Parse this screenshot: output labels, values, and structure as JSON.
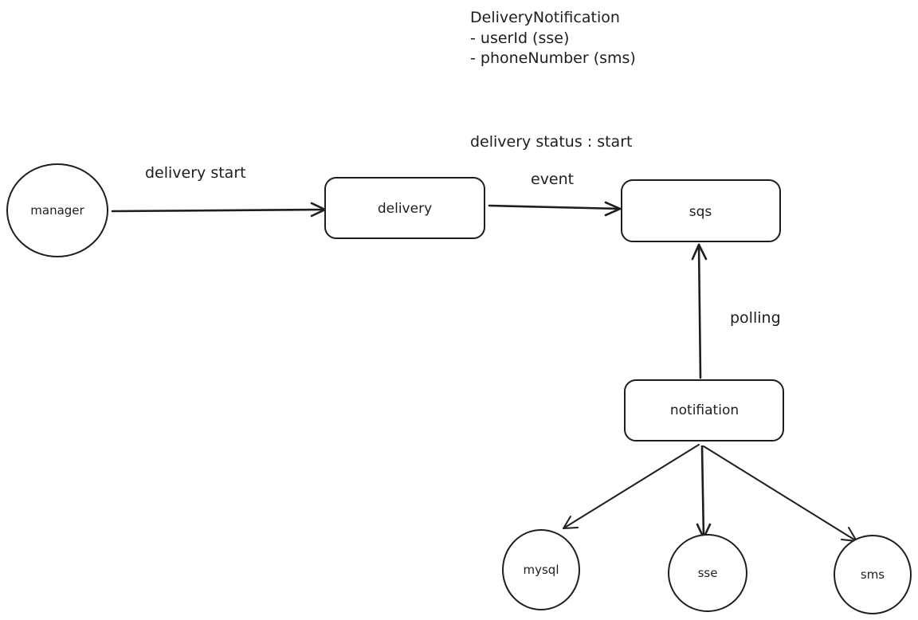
{
  "diagram": {
    "note": {
      "lines": [
        "DeliveryNotification",
        "- userId (sse)",
        "- phoneNumber (sms)"
      ]
    },
    "status_note": "delivery status : start",
    "nodes": {
      "manager": "manager",
      "delivery": "delivery",
      "sqs": "sqs",
      "notification": "notifiation",
      "mysql": "mysql",
      "sse": "sse",
      "sms": "sms"
    },
    "edges": {
      "manager_to_delivery": "delivery start",
      "delivery_to_sqs": "event",
      "notification_to_sqs": "polling"
    },
    "colors": {
      "stroke": "#1e1e1e",
      "background": "#ffffff"
    }
  }
}
